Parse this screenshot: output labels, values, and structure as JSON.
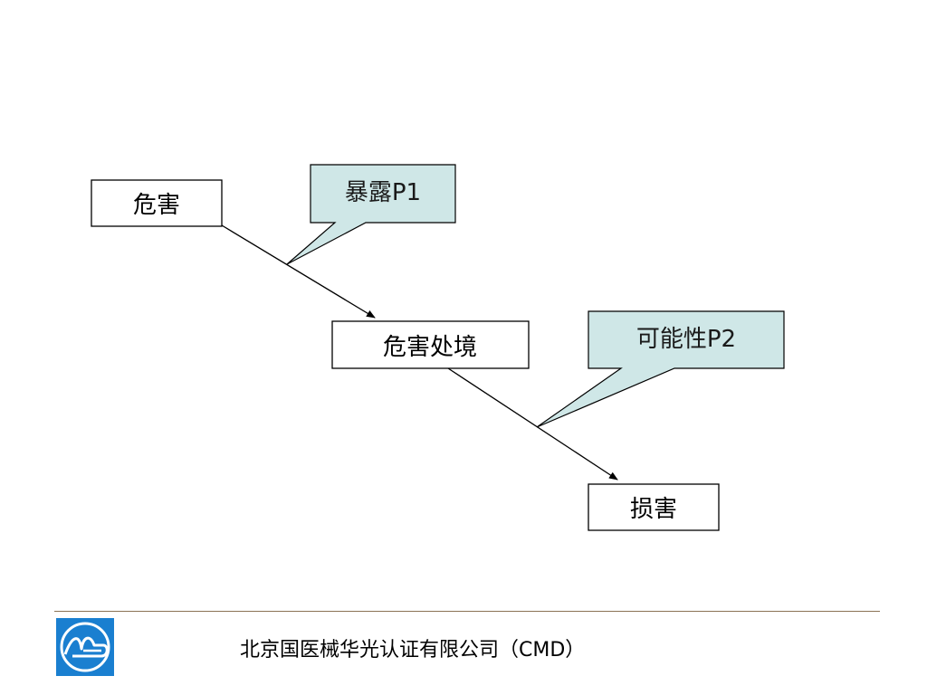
{
  "diagram": {
    "nodes": [
      {
        "id": "hazard",
        "label": "危害"
      },
      {
        "id": "hazardous-situation",
        "label": "危害处境"
      },
      {
        "id": "harm",
        "label": "损害"
      }
    ],
    "edges": [
      {
        "from": "hazard",
        "to": "hazardous-situation"
      },
      {
        "from": "hazardous-situation",
        "to": "harm"
      }
    ],
    "callouts": [
      {
        "id": "exposure",
        "label": "暴露P1",
        "attached_to_edge": 0
      },
      {
        "id": "probability",
        "label": "可能性P2",
        "attached_to_edge": 1
      }
    ],
    "colors": {
      "callout_fill": "#cfe7e7",
      "node_fill": "#ffffff",
      "stroke": "#000000",
      "footer_rule": "#8b7355",
      "logo_blue": "#1a7fd0"
    }
  },
  "footer": {
    "company": "北京国医械华光认证有限公司（CMD）",
    "logo_icon": "cmd-logo-icon"
  }
}
